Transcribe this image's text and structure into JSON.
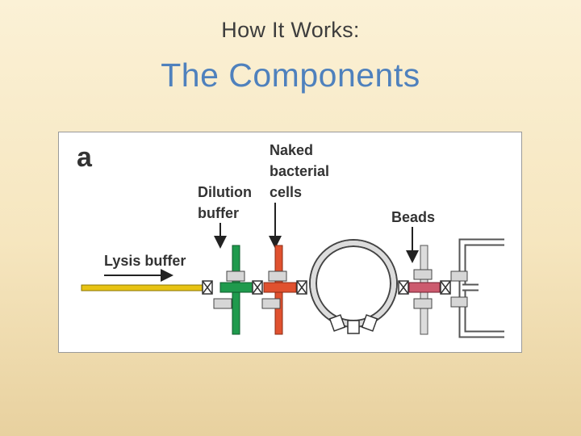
{
  "slide": {
    "subtitle": "How It Works:",
    "title": "The Components"
  },
  "figure": {
    "panel_letter": "a",
    "labels": {
      "naked": [
        "Naked",
        "bacterial",
        "cells"
      ],
      "dilution": [
        "Dilution",
        "buffer"
      ],
      "beads": "Beads",
      "lysis": "Lysis buffer"
    },
    "colors": {
      "lysis_line": "#e8c313",
      "dilution_valve": "#1f9a4d",
      "cells_valve": "#e0512f",
      "ring": "#dcdcdc",
      "bead_chamber": "#cc5a6e",
      "clamp": "#d6d6d6"
    }
  }
}
